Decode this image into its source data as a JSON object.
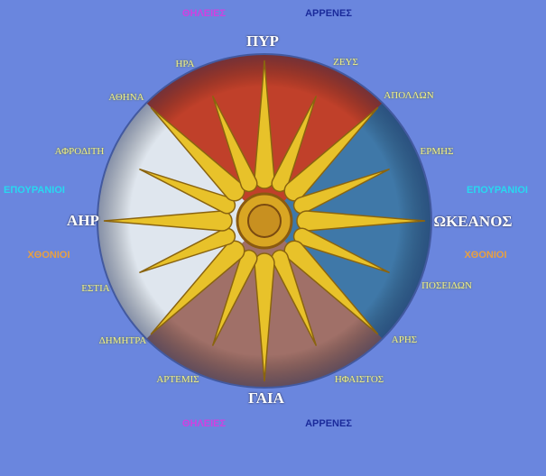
{
  "groups": {
    "female_top": "ΘΗΛΕΙΕΣ",
    "male_top": "ΑΡΡΕΝΕΣ",
    "female_bottom": "ΘΗΛΕΙΕΣ",
    "male_bottom": "ΑΡΡΕΝΕΣ",
    "celestial_left": "ΕΠΟΥΡΑΝΙΟΙ",
    "celestial_right": "ΕΠΟΥΡΑΝΙΟΙ",
    "chthonic_left": "ΧΘΟΝΙΟΙ",
    "chthonic_right": "ΧΘΟΝΙΟΙ"
  },
  "elements": {
    "fire": "ΠΥΡ",
    "air": "ΑΗΡ",
    "ocean": "ΩΚΕΑΝΟΣ",
    "earth": "ΓΑΙΑ"
  },
  "gods": {
    "hera": "ΗΡΑ",
    "zeus": "ΖΕΥΣ",
    "athena": "ΑΘΗΝΑ",
    "apollon": "ΑΠΟΛΛΩΝ",
    "aphrodite": "ΑΦΡΟΔΙΤΗ",
    "ermis": "ΕΡΜΗΣ",
    "estia": "ΕΣΤΙΑ",
    "poseidon": "ΠΟΣΕΙΔΩΝ",
    "dimitra": "ΔΗΜΗΤΡΑ",
    "aris": "ΑΡΗΣ",
    "artemis": "ΑΡΤΕΜΙΣ",
    "hephaestus": "ΗΦΑΙΣΤΟΣ"
  },
  "colors": {
    "background": "#6a86de",
    "fire": "#c0402a",
    "air": "#dfe6ee",
    "water": "#3f78a8",
    "earth": "#a07068",
    "gold": "#e8c22a",
    "female": "#d040e0",
    "male": "#1a2a9a",
    "celestial": "#28d8f0",
    "chthonic": "#e8a040"
  }
}
